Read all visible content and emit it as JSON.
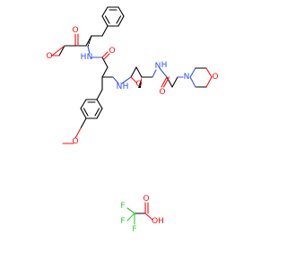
{
  "colors": {
    "bond": "#000000",
    "oxygen": "#ff0d0d",
    "nitrogen": "#3050f8",
    "fluorine": "#33cc33",
    "background": "#ffffff"
  },
  "atoms": {
    "ketone_o": {
      "symbol": "O",
      "color": "#ff0d0d"
    },
    "epoxide_o": {
      "symbol": "O",
      "color": "#ff0d0d"
    },
    "amide1_nh": {
      "symbol": "N",
      "h": "H",
      "color": "#3050f8"
    },
    "amide1_o": {
      "symbol": "O",
      "color": "#ff0d0d"
    },
    "amide2_nh": {
      "symbol": "N",
      "h": "H",
      "color": "#3050f8"
    },
    "amide2_o": {
      "symbol": "O",
      "color": "#ff0d0d"
    },
    "amide3_nh": {
      "symbol": "N",
      "h": "H",
      "color": "#3050f8"
    },
    "amide3_o": {
      "symbol": "O",
      "color": "#ff0d0d"
    },
    "morpholine_n": {
      "symbol": "N",
      "color": "#3050f8"
    },
    "morpholine_o": {
      "symbol": "O",
      "color": "#ff0d0d"
    },
    "methoxy_o": {
      "symbol": "O",
      "color": "#ff0d0d"
    },
    "tfa_o_double": {
      "symbol": "O",
      "color": "#ff0d0d"
    },
    "tfa_oh": {
      "symbol": "OH",
      "color": "#ff0d0d"
    },
    "tfa_f1": {
      "symbol": "F",
      "color": "#33cc33"
    },
    "tfa_f2": {
      "symbol": "F",
      "color": "#33cc33"
    },
    "tfa_f3": {
      "symbol": "F",
      "color": "#33cc33"
    }
  }
}
